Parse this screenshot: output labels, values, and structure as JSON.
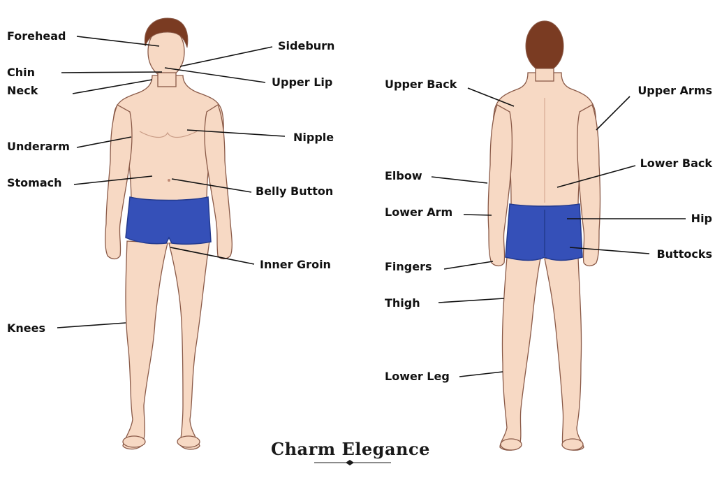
{
  "colors": {
    "skin": "#f7d9c4",
    "skin_shadow": "#e9bda4",
    "outline": "#8a5a48",
    "hair": "#7a3b22",
    "shorts": "#3550b8",
    "shorts_dark": "#233a8e",
    "leader": "#111111"
  },
  "labels": {
    "forehead": "Forehead",
    "chin": "Chin",
    "neck": "Neck",
    "underarm": "Underarm",
    "stomach": "Stomach",
    "knees": "Knees",
    "sideburn": "Sideburn",
    "upper_lip": "Upper Lip",
    "nipple": "Nipple",
    "belly_button": "Belly Button",
    "inner_groin": "Inner Groin",
    "upper_back": "Upper Back",
    "elbow": "Elbow",
    "lower_arm": "Lower Arm",
    "fingers": "Fingers",
    "thigh": "Thigh",
    "lower_leg": "Lower Leg",
    "upper_arms": "Upper Arms",
    "lower_back": "Lower Back",
    "hip": "Hip",
    "buttocks": "Buttocks"
  },
  "brand": {
    "name": "Charm Elegance"
  }
}
